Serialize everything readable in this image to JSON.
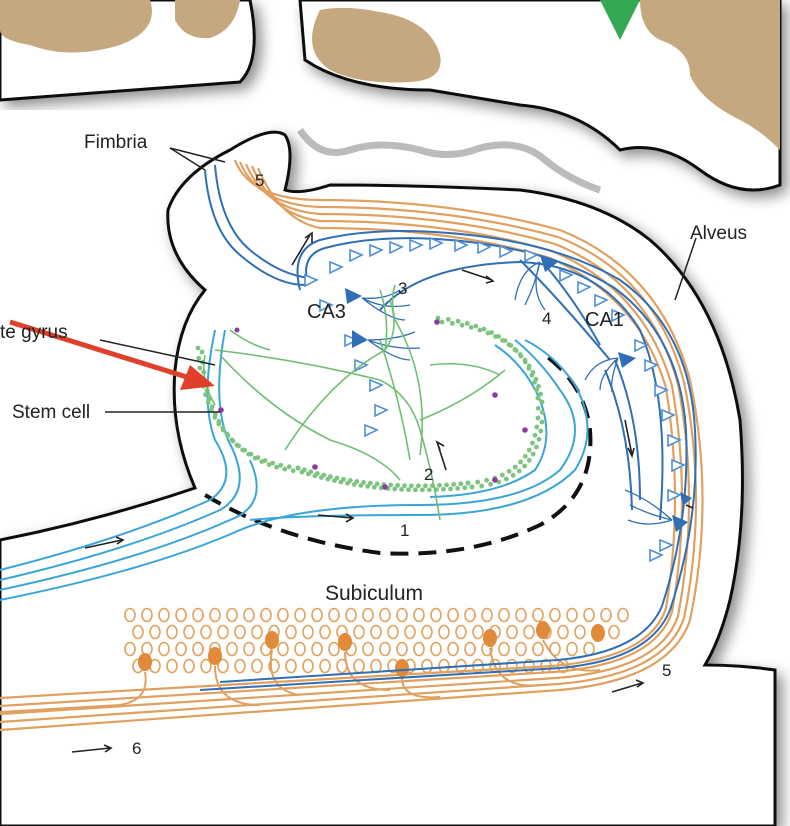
{
  "labels": {
    "fimbria": "Fimbria",
    "alveus": "Alveus",
    "ca3": "CA3",
    "ca1": "CA1",
    "dentate_gyrus": "te gyrus",
    "stem_cell": "Stem cell",
    "subiculum": "Subiculum"
  },
  "numbers": {
    "n5_top": "5",
    "n3": "3",
    "n4": "4",
    "n2": "2",
    "n1": "1",
    "n5_bottom": "5",
    "n6": "6"
  },
  "colors": {
    "mossy_green": "#6fbf73",
    "ca_blue": "#2f6fb5",
    "light_blue": "#3aa6d8",
    "orange": "#e0a060",
    "orange_dot": "#e3a25c",
    "tan": "#c4a882",
    "arrow_red": "#e0402a",
    "purple_dot": "#8a3c9a"
  }
}
